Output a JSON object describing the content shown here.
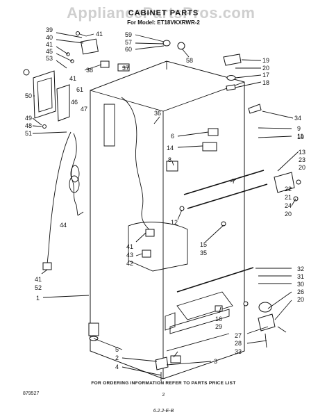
{
  "watermark": "AppliancePartsPros.com",
  "title": "CABINET PARTS",
  "model_line": "For Model: ET18VKXRWR-2",
  "callouts": [
    "39",
    "41",
    "40",
    "41",
    "45",
    "53",
    "38",
    "37",
    "59",
    "57",
    "60",
    "58",
    "19",
    "20",
    "17",
    "18",
    "50",
    "41",
    "61",
    "46",
    "47",
    "36",
    "34",
    "9",
    "11",
    "6",
    "14",
    "8",
    "49",
    "48",
    "51",
    "13",
    "23",
    "20",
    "7",
    "22",
    "21",
    "24",
    "20",
    "44",
    "12",
    "15",
    "35",
    "41",
    "43",
    "42",
    "32",
    "31",
    "30",
    "26",
    "20",
    "41",
    "52",
    "1",
    "16",
    "29",
    "27",
    "28",
    "5",
    "2",
    "4",
    "3",
    "33",
    "10"
  ],
  "footer": "FOR ORDERING INFORMATION REFER TO PARTS PRICE LIST",
  "diagram_id": "879527",
  "page_number": "2",
  "bottom_note": "6.2.2-E-B"
}
